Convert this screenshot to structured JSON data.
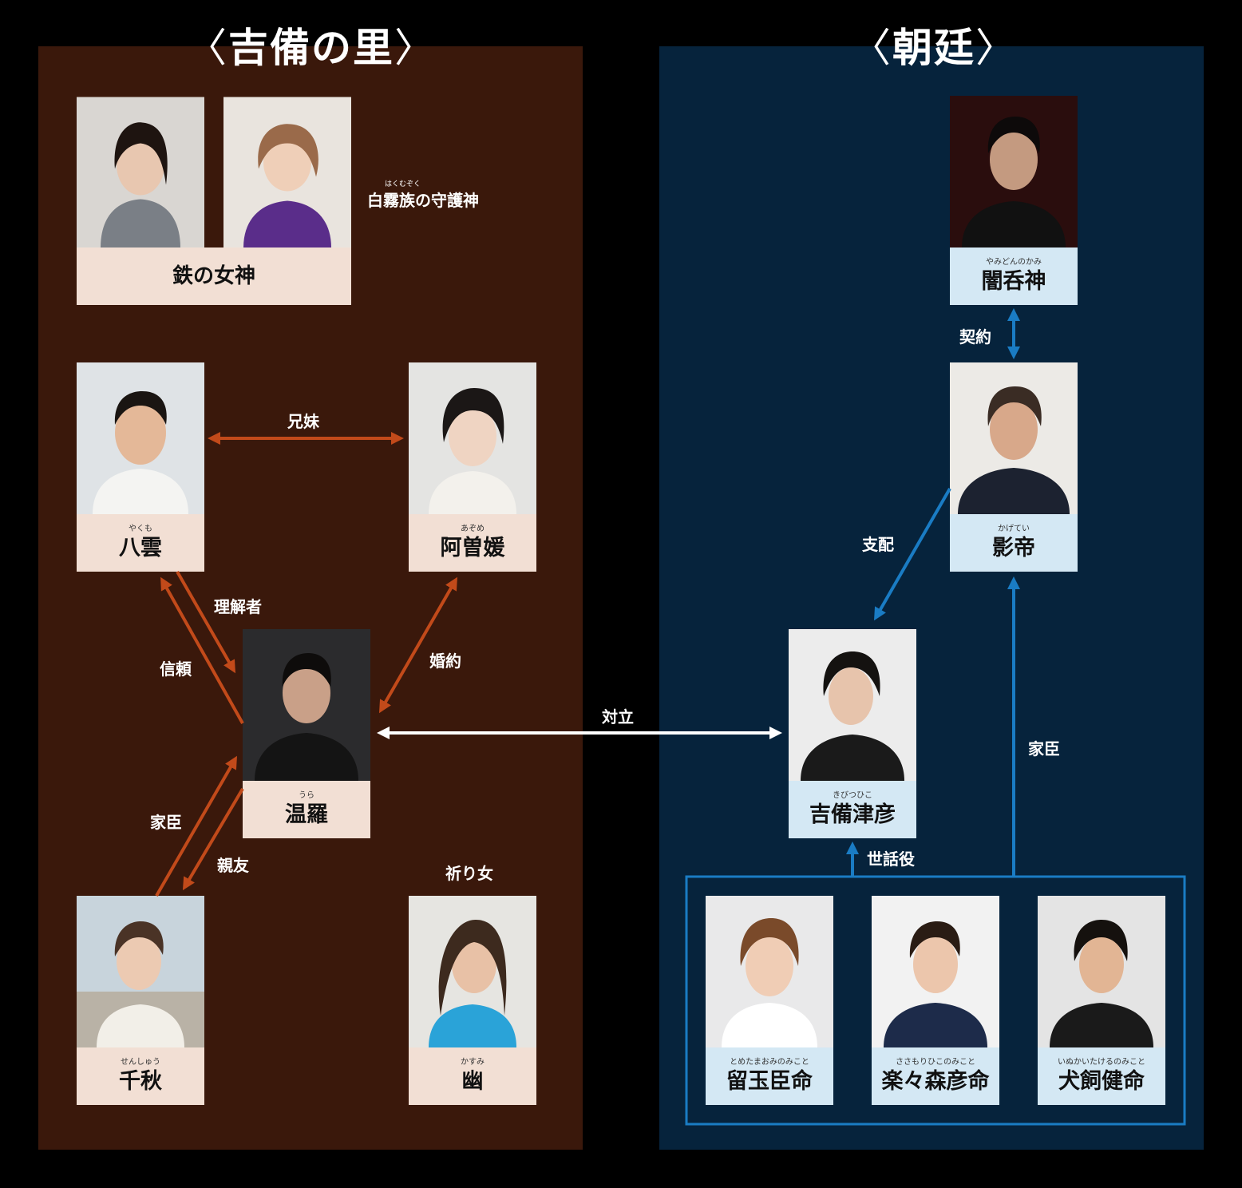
{
  "sections": {
    "left": {
      "title": "吉備の里",
      "open": "〈",
      "close": "〉"
    },
    "right": {
      "title": "朝廷",
      "open": "〈",
      "close": "〉"
    }
  },
  "left": {
    "iron_goddess": {
      "name": "鉄の女神"
    },
    "guardian": {
      "ruby": "はくむぞく",
      "label": "白霧族の守護神"
    },
    "yakumo": {
      "ruby": "やくも",
      "name": "八雲"
    },
    "azome": {
      "ruby": "あぞめ",
      "name": "阿曽媛"
    },
    "ura": {
      "ruby": "うら",
      "name": "温羅"
    },
    "senshu": {
      "ruby": "せんしゅう",
      "name": "千秋"
    },
    "kasumi": {
      "ruby": "かすみ",
      "name": "幽",
      "role": "祈り女"
    }
  },
  "right": {
    "yamidon": {
      "ruby": "やみどんのかみ",
      "name": "闇呑神"
    },
    "kagetei": {
      "ruby": "かげてい",
      "name": "影帝"
    },
    "kibitsuhiko": {
      "ruby": "きびつひこ",
      "name": "吉備津彦"
    },
    "tometama": {
      "ruby": "とめたまおみのみこと",
      "name": "留玉臣命"
    },
    "sasamori": {
      "ruby": "ささもりひこのみこと",
      "name": "楽々森彦命"
    },
    "inukai": {
      "ruby": "いぬかいたけるのみこと",
      "name": "犬飼健命"
    }
  },
  "relations": {
    "siblings": "兄妹",
    "understander": "理解者",
    "trust": "信頼",
    "engagement": "婚約",
    "retainer_left": "家臣",
    "best_friend": "親友",
    "rivalry": "対立",
    "contract": "契約",
    "control": "支配",
    "retainer_right": "家臣",
    "caretaker": "世話役"
  },
  "colors": {
    "left_panel": "#3a180b",
    "right_panel": "#06233c",
    "left_arrow": "#c24a1a",
    "right_arrow": "#1a7cc4",
    "rivalry_arrow": "#ffffff",
    "warm_plate": "#f2dfd4",
    "cool_plate": "#d4e8f4"
  },
  "icons": {
    "portrait": "person-silhouette-icon"
  }
}
